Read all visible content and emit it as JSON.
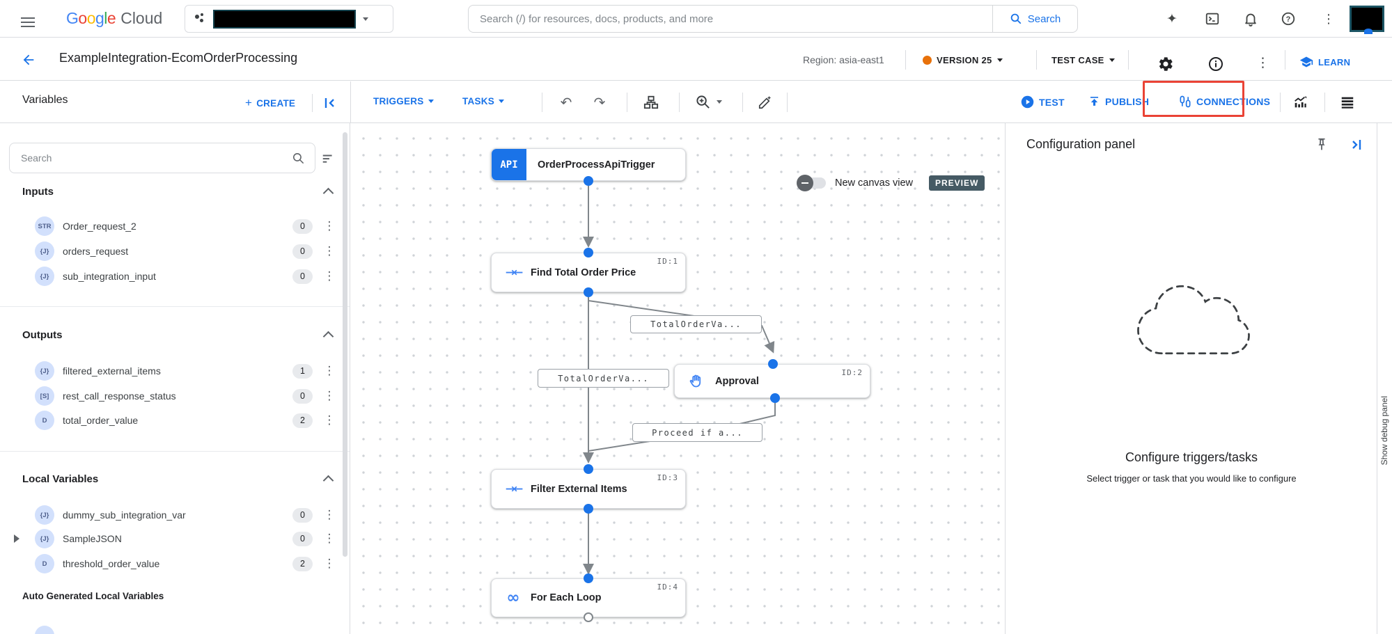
{
  "topbar": {
    "logo_letters": [
      "G",
      "o",
      "o",
      "g",
      "l",
      "e"
    ],
    "logo_cloud": "Cloud",
    "search_placeholder": "Search (/) for resources, docs, products, and more",
    "search_button": "Search"
  },
  "header": {
    "title": "ExampleIntegration-EcomOrderProcessing",
    "region": "Region: asia-east1",
    "version": "VERSION 25",
    "test_case": "TEST CASE",
    "learn": "LEARN"
  },
  "toolbar": {
    "panel_title": "Variables",
    "create": "CREATE",
    "triggers": "TRIGGERS",
    "tasks": "TASKS",
    "new_canvas_view": "New canvas view",
    "preview": "PREVIEW",
    "test": "TEST",
    "publish": "PUBLISH",
    "connections": "CONNECTIONS"
  },
  "sidebar": {
    "search_placeholder": "Search",
    "inputs": {
      "title": "Inputs",
      "items": [
        {
          "type": "STR",
          "name": "Order_request_2",
          "count": "0"
        },
        {
          "type": "{J}",
          "name": "orders_request",
          "count": "0"
        },
        {
          "type": "{J}",
          "name": "sub_integration_input",
          "count": "0"
        }
      ]
    },
    "outputs": {
      "title": "Outputs",
      "items": [
        {
          "type": "{J}",
          "name": "filtered_external_items",
          "count": "1"
        },
        {
          "type": "[S]",
          "name": "rest_call_response_status",
          "count": "0"
        },
        {
          "type": "D",
          "name": "total_order_value",
          "count": "2"
        }
      ]
    },
    "locals": {
      "title": "Local Variables",
      "items": [
        {
          "type": "{J}",
          "name": "dummy_sub_integration_var",
          "count": "0"
        },
        {
          "type": "{J}",
          "name": "SampleJSON",
          "count": "0"
        },
        {
          "type": "D",
          "name": "threshold_order_value",
          "count": "2"
        }
      ]
    },
    "auto_generated_title": "Auto Generated Local Variables"
  },
  "canvas": {
    "trigger": {
      "icon_label": "API",
      "title": "OrderProcessApiTrigger"
    },
    "nodes": [
      {
        "id": "ID:1",
        "title": "Find Total Order Price"
      },
      {
        "id": "ID:2",
        "title": "Approval"
      },
      {
        "id": "ID:3",
        "title": "Filter External Items"
      },
      {
        "id": "ID:4",
        "title": "For Each Loop"
      }
    ],
    "edge_labels": [
      "TotalOrderVa...",
      "TotalOrderVa...",
      "Proceed if a..."
    ]
  },
  "config_panel": {
    "title": "Configuration panel",
    "empty_title": "Configure triggers/tasks",
    "empty_subtitle": "Select trigger or task that you would like to configure"
  },
  "debug_label": "Show debug panel",
  "icons": {
    "more_vert": "⋮",
    "undo": "↶",
    "redo": "↷",
    "sparkle": "✦",
    "mapping": "→←",
    "loop": "∞",
    "plus": "+",
    "terminal_prompt": "&gt;_"
  },
  "colors": {
    "accent": "#1a73e8",
    "version_dot": "#e8710a",
    "highlight_red": "#ea4335",
    "preview_badge": "#455a64"
  }
}
